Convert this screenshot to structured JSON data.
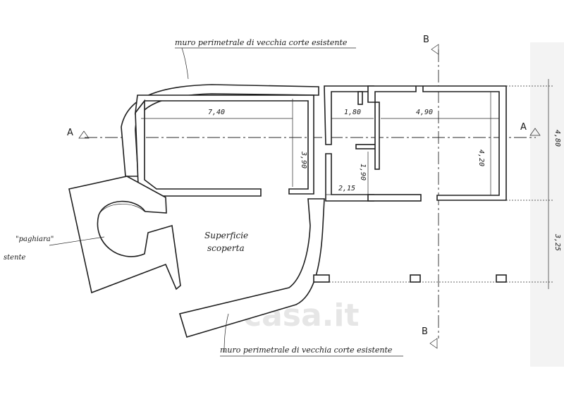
{
  "labels": {
    "wall_top": "muro perimetrale di vecchia corte esistente",
    "wall_bottom": "muro perimetrale di vecchia corte esistente",
    "open_area_line1": "Superficie",
    "open_area_line2": "scoperta",
    "paghiara_line1": "\"paghiara\"",
    "paghiara_line2": "stente",
    "watermark": "casa.it"
  },
  "sections": {
    "a_left": "A",
    "a_right": "A",
    "b_top": "B",
    "b_bottom": "B"
  },
  "dimensions": {
    "room_width": "7,40",
    "room_height": "3,90",
    "small_room_width": "1,80",
    "large_room_width": "4,90",
    "large_room_height": "4,20",
    "door_height": "1,90",
    "lower_width": "2,15",
    "total_height": "4,80",
    "lower_height": "3,25"
  },
  "colors": {
    "line": "#1f1f1f",
    "watermark": "#e6e6e6"
  }
}
